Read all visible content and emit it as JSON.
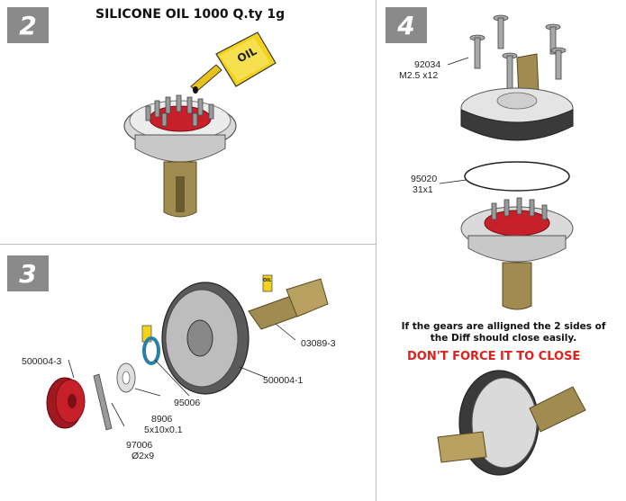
{
  "steps": {
    "s2": {
      "number": "2",
      "title": "SILICONE OIL 1000 Q.ty 1g",
      "bottle_label": "OIL"
    },
    "s3": {
      "number": "3",
      "parts": {
        "gear_small": "500004-3",
        "pin": "97006",
        "pin_size": "Ø2x9",
        "washer": "8906",
        "washer_size": "5x10x0.1",
        "oring": "95006",
        "ring_gear": "500004-1",
        "outdrive": "03089-3"
      },
      "oil_tag": "OIL"
    },
    "s4": {
      "number": "4",
      "screw_code": "92034",
      "screw_size": "M2.5 x12",
      "gasket_code": "95020",
      "gasket_size": "31x1",
      "note_line1": "If the gears are alligned the 2 sides of",
      "note_line2": "the Diff should close easily.",
      "warning": "DON'T FORCE IT TO CLOSE"
    }
  },
  "colors": {
    "badge": "#8a8a8a",
    "warning": "#e0201b",
    "red_part": "#c8202a",
    "gold_part": "#a08c50",
    "oil_yellow": "#f4d21a"
  }
}
